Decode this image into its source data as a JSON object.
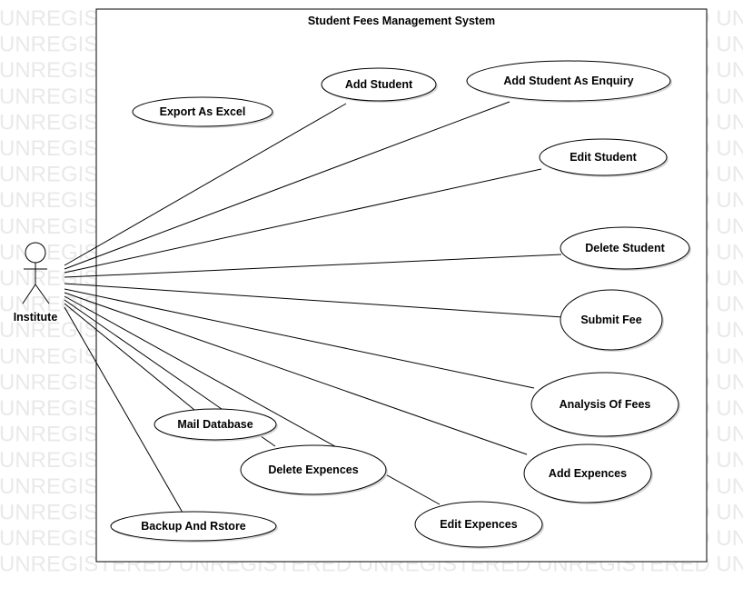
{
  "watermark": "UNREGISTERED",
  "system": {
    "title": "Student Fees Management System"
  },
  "actor": {
    "name": "Institute"
  },
  "use_cases": [
    {
      "id": "export-as-excel",
      "label": "Export As Excel"
    },
    {
      "id": "add-student",
      "label": "Add Student"
    },
    {
      "id": "add-student-as-enquiry",
      "label": "Add Student As Enquiry"
    },
    {
      "id": "edit-student",
      "label": "Edit Student"
    },
    {
      "id": "delete-student",
      "label": "Delete Student"
    },
    {
      "id": "submit-fee",
      "label": "Submit Fee"
    },
    {
      "id": "analysis-of-fees",
      "label": "Analysis Of Fees"
    },
    {
      "id": "mail-database",
      "label": "Mail Database"
    },
    {
      "id": "delete-expences",
      "label": "Delete Expences"
    },
    {
      "id": "add-expences",
      "label": "Add Expences"
    },
    {
      "id": "edit-expences",
      "label": "Edit Expences"
    },
    {
      "id": "backup-and-rstore",
      "label": "Backup And Rstore"
    }
  ],
  "associations": [
    "add-student",
    "add-student-as-enquiry",
    "edit-student",
    "delete-student",
    "submit-fee",
    "analysis-of-fees",
    "add-expences",
    "edit-expences",
    "delete-expences",
    "mail-database",
    "backup-and-rstore"
  ]
}
